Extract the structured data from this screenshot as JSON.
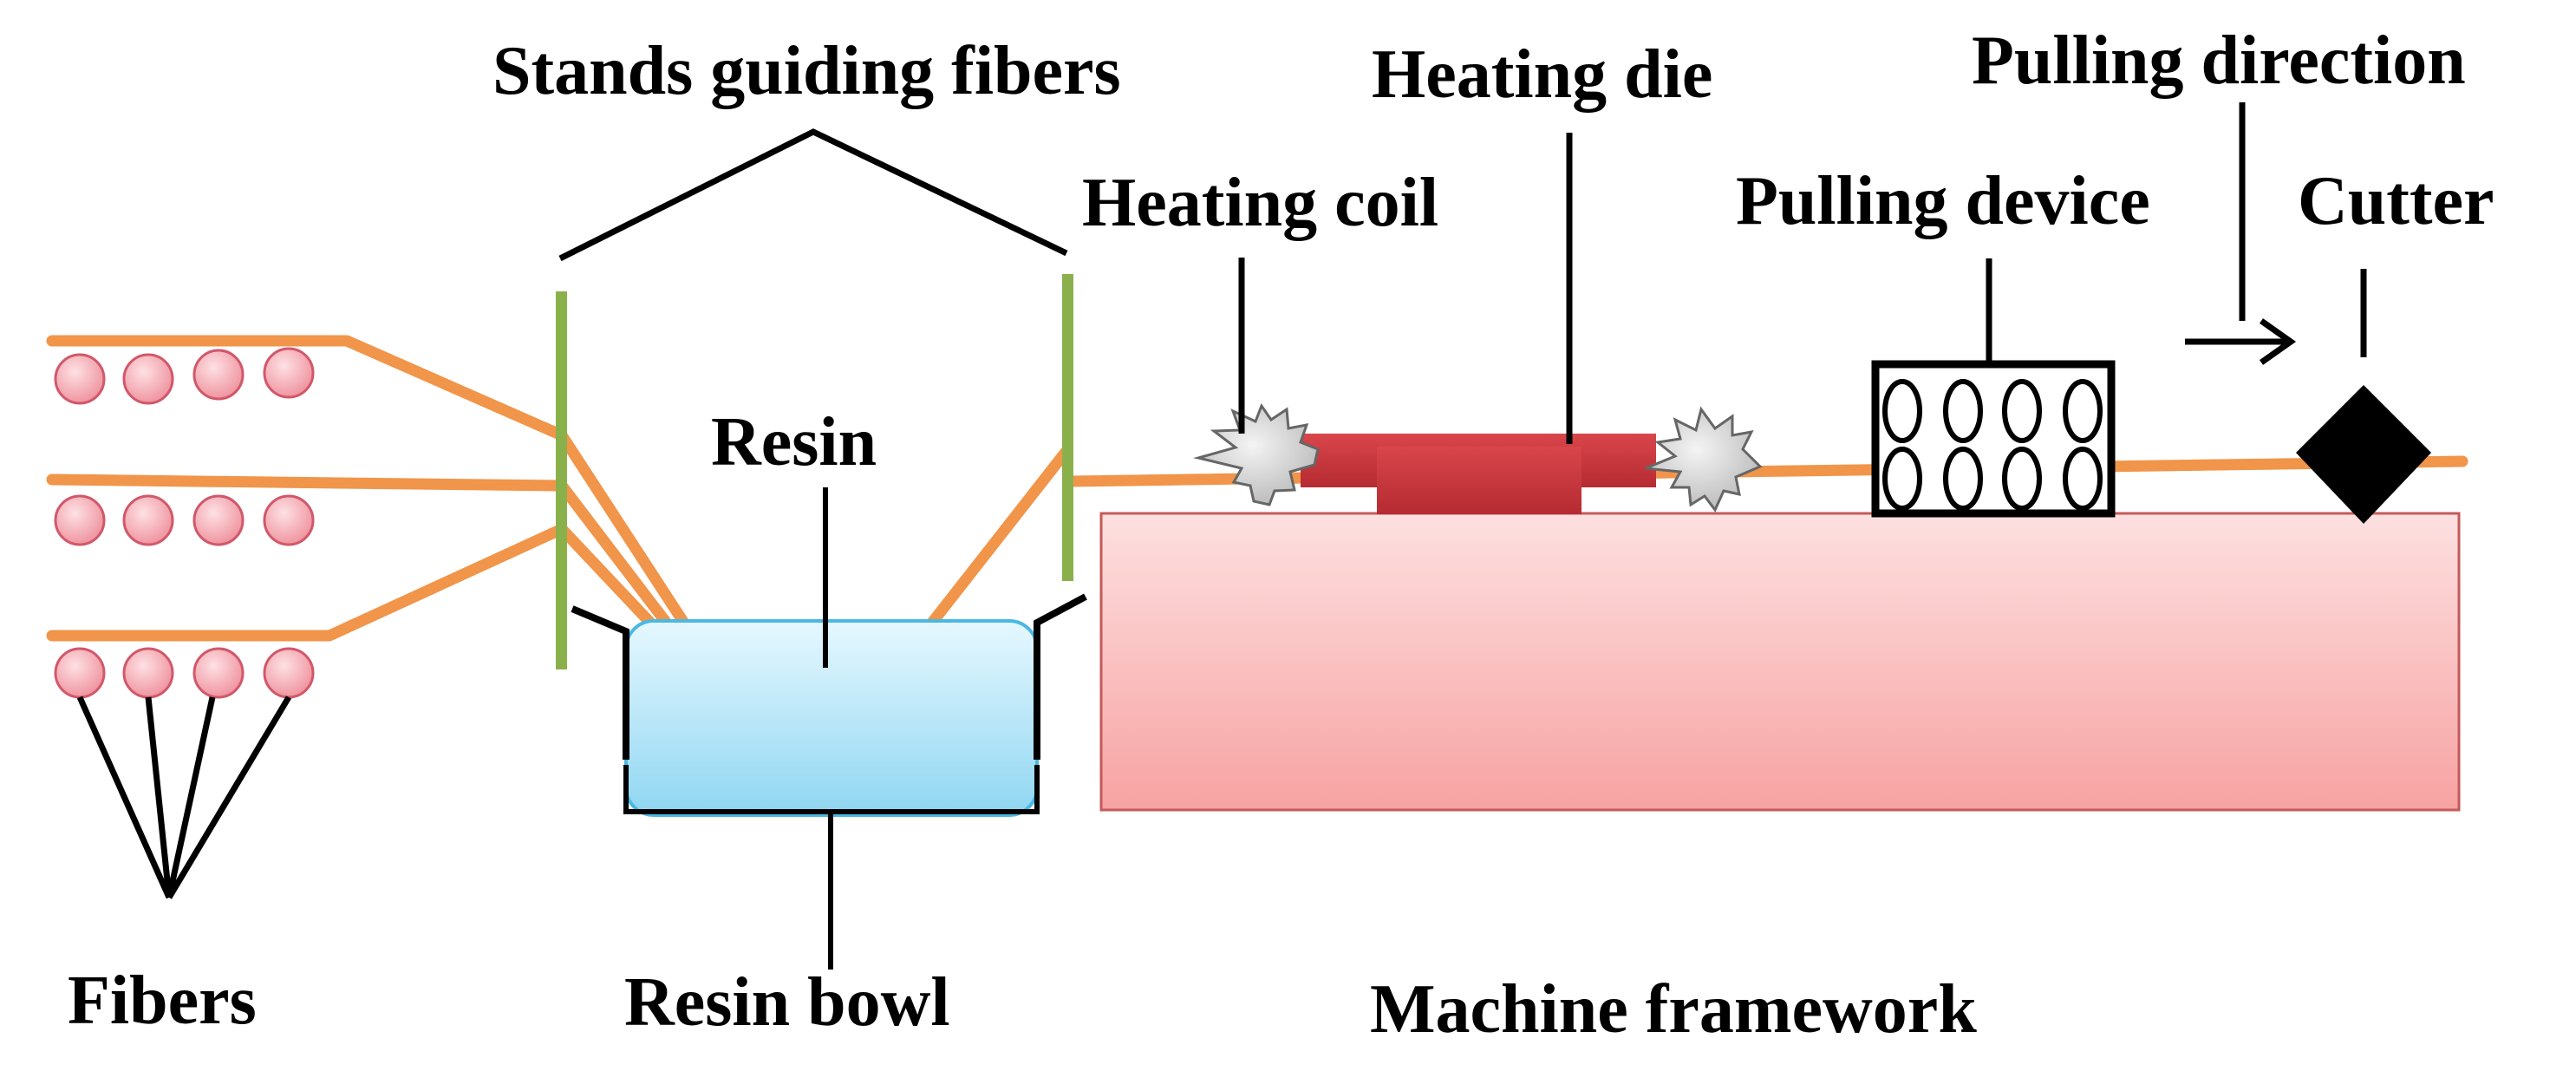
{
  "labels": {
    "stands": "Stands guiding fibers",
    "heating_die": "Heating die",
    "pulling_direction": "Pulling direction",
    "heating_coil": "Heating coil",
    "pulling_device": "Pulling device",
    "cutter": "Cutter",
    "resin": "Resin",
    "fibers": "Fibers",
    "resin_bowl": "Resin bowl",
    "machine_framework": "Machine framework"
  },
  "colors": {
    "fiber": "#f0954a",
    "spool": "#f5a3ad",
    "stand": "#8ab04c",
    "resin_bowl": "#bfe9f7",
    "framework": "#fbc3c3",
    "heating_die": "#c8353a",
    "coil": "#d8d8d8",
    "line": "#000000"
  }
}
